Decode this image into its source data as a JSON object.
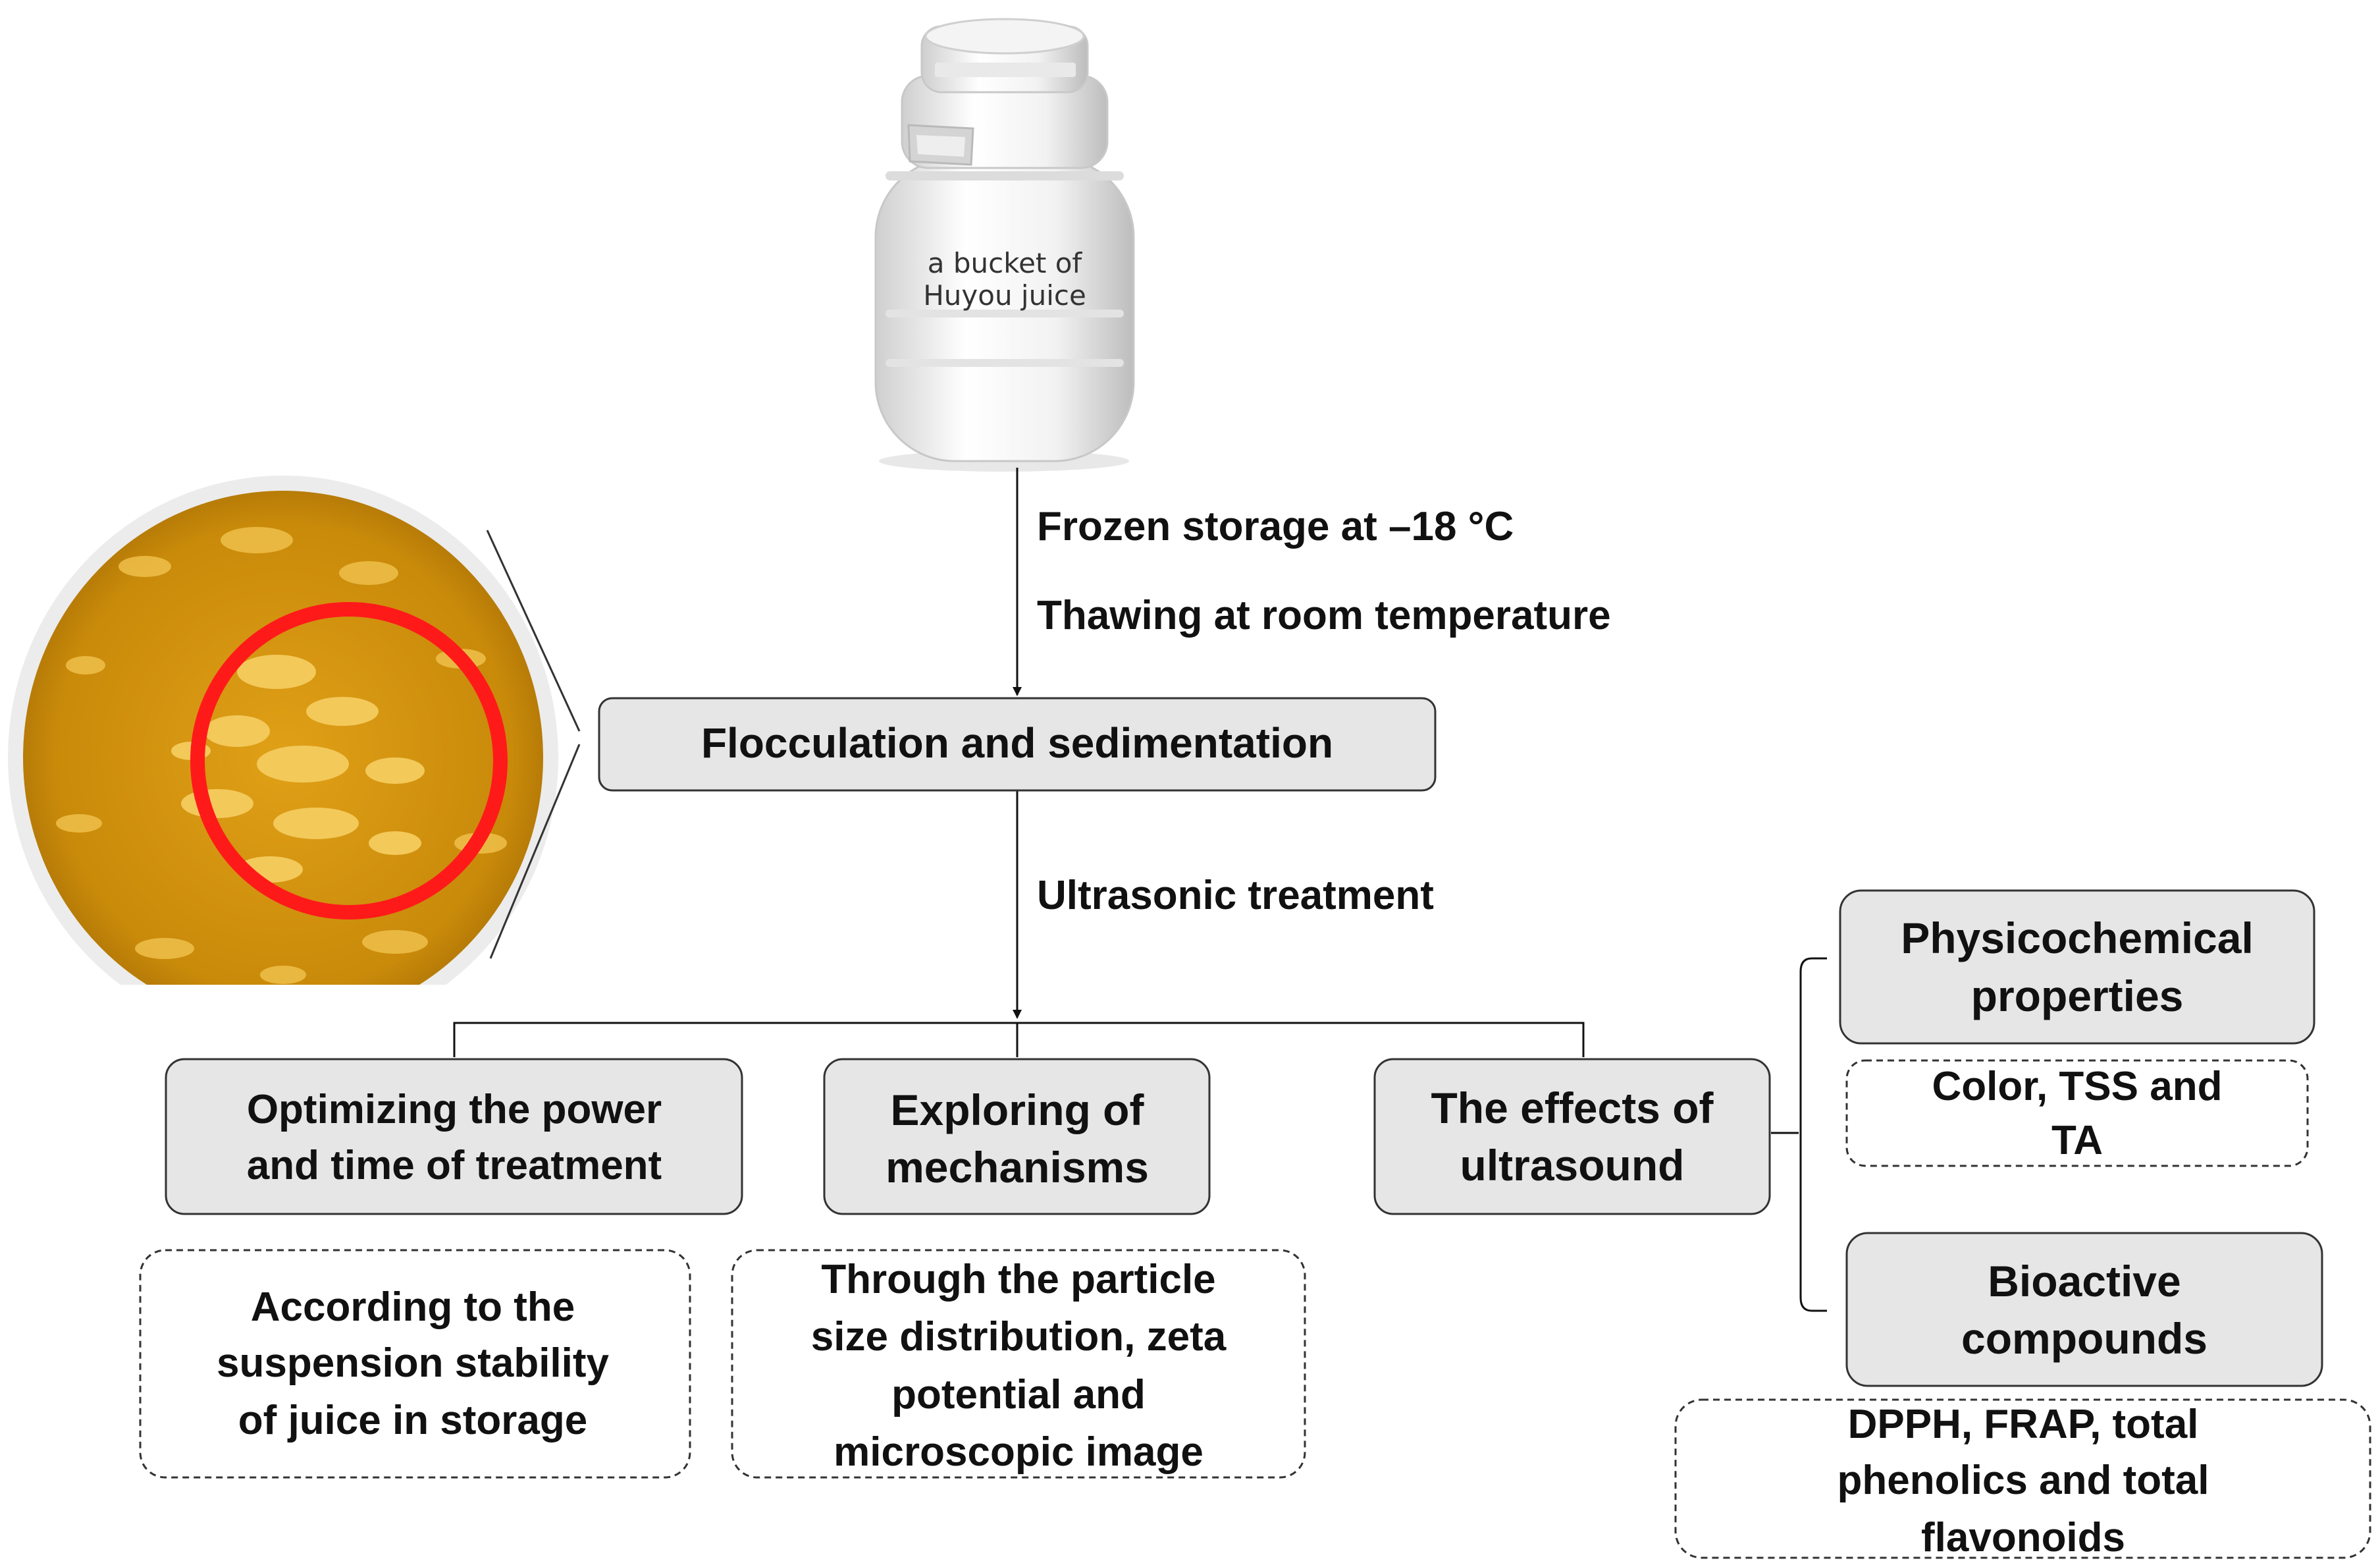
{
  "bucket": {
    "line1": "a bucket of",
    "line2": "Huyou juice"
  },
  "steps": {
    "frozen": "Frozen storage at –18 °C",
    "thawing": "Thawing at room temperature",
    "ultrasonic": "Ultrasonic treatment"
  },
  "main_box": {
    "label": "Flocculation  and sedimentation"
  },
  "branches": [
    {
      "title": [
        "Optimizing  the power",
        "and time of treatment"
      ],
      "detail": [
        "According to the",
        "suspension stability",
        "of juice in storage"
      ]
    },
    {
      "title": [
        "Exploring  of",
        "mechanisms"
      ],
      "detail": [
        "Through the particle",
        "size distribution,  zeta",
        "potential and",
        "microscopic image"
      ]
    },
    {
      "title": [
        "The effects of",
        "ultrasound"
      ]
    }
  ],
  "effects": [
    {
      "title": [
        "Physicochemical",
        "properties"
      ],
      "detail": [
        "Color, TSS and",
        "TA"
      ]
    },
    {
      "title": [
        "Bioactive",
        "compounds"
      ],
      "detail": [
        "DPPH, FRAP, total",
        "phenolics  and total",
        "flavonoids"
      ]
    }
  ],
  "colors": {
    "box_fill": "#e6e6e6",
    "box_stroke": "#333333",
    "juice": "#d9980f",
    "highlight_ring": "#ff1a1a"
  }
}
